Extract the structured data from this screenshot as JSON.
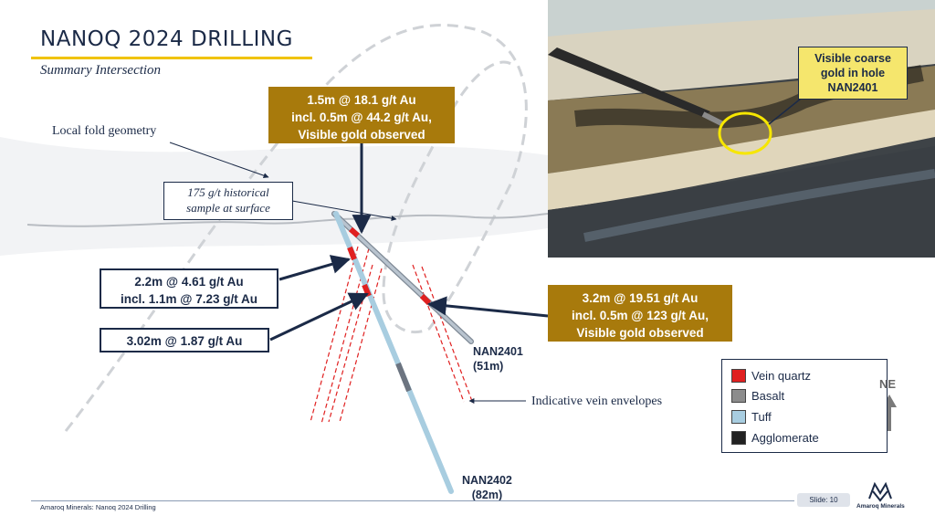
{
  "header": {
    "title": "NANOQ 2024 DRILLING",
    "subtitle": "Summary Intersection"
  },
  "labels": {
    "fold_geometry": "Local fold geometry",
    "historical_sample": [
      "175 g/t historical",
      "sample at surface"
    ],
    "vein_envelopes": "Indicative vein envelopes"
  },
  "intersections": {
    "top": [
      "1.5m @ 18.1 g/t Au",
      "incl. 0.5m @ 44.2 g/t Au,",
      "Visible gold observed"
    ],
    "left_upper": [
      "2.2m @ 4.61 g/t Au",
      "incl. 1.1m @ 7.23 g/t Au"
    ],
    "left_lower": [
      "3.02m @ 1.87 g/t Au"
    ],
    "right": [
      "3.2m @ 19.51 g/t Au",
      "incl. 0.5m @ 123 g/t Au,",
      "Visible gold observed"
    ]
  },
  "holes": {
    "nan2401": [
      "NAN2401",
      "(51m)"
    ],
    "nan2402": [
      "NAN2402",
      "(82m)"
    ]
  },
  "photo_callout": [
    "Visible coarse",
    "gold in hole",
    "NAN2401"
  ],
  "legend": [
    {
      "label": "Vein quartz",
      "color": "#e02020"
    },
    {
      "label": "Basalt",
      "color": "#8c8c8c"
    },
    {
      "label": "Tuff",
      "color": "#a8cde0"
    },
    {
      "label": "Agglomerate",
      "color": "#222222"
    }
  ],
  "north_arrow": "NE",
  "footer": {
    "text": "Amaroq Minerals: Nanoq 2024 Drilling",
    "slide": "Slide: 10",
    "logo": "Amaroq Minerals"
  },
  "colors": {
    "navy": "#1b2a47",
    "gold_box": "#a87a0c",
    "accent_yellow": "#f0c300",
    "callout_yellow": "#f5e66d"
  }
}
